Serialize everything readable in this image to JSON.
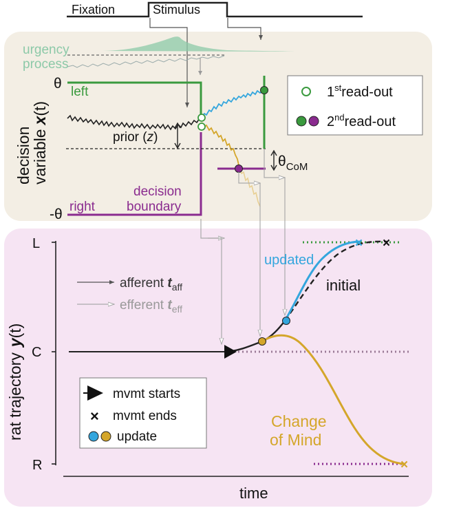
{
  "epochs": {
    "fixation": "Fixation",
    "stimulus": "Stimulus"
  },
  "top_panel": {
    "urgency_line1": "urgency",
    "urgency_line2": "process",
    "theta": "θ",
    "neg_theta": "-θ",
    "left": "left",
    "right": "right",
    "ylabel_line1": "decision",
    "ylabel_line2": "variable",
    "ylabel_var": "x",
    "ylabel_arg": "(t)",
    "prior_label": "prior (",
    "prior_var": "z",
    "prior_close": ")",
    "decision_boundary_line1": "decision",
    "decision_boundary_line2": "boundary",
    "theta_com": "θ",
    "theta_com_sub": "CoM",
    "legend": {
      "first_num": "1",
      "first_sup": "st",
      "first_text": "read-out",
      "second_num": "2",
      "second_sup": "nd",
      "second_text": "read-out"
    }
  },
  "bottom_panel": {
    "ylabel": "rat trajectory",
    "ylabel_var": "y",
    "ylabel_arg": "(t)",
    "tick_L": "L",
    "tick_C": "C",
    "tick_R": "R",
    "xlabel": "time",
    "afferent": "afferent ",
    "afferent_t": "t",
    "afferent_sub": "aff",
    "efferent": "efferent ",
    "efferent_t": "t",
    "efferent_sub": "eff",
    "updated": "updated",
    "initial": "initial",
    "com_line1": "Change",
    "com_line2": "of Mind",
    "legend": {
      "mvmt_starts": "mvmt starts",
      "mvmt_ends": "mvmt ends",
      "update": "update"
    }
  },
  "colors": {
    "green": "#3a9a3e",
    "purple": "#8a2b8f",
    "blue": "#34a6dd",
    "gold": "#d4a62a",
    "top_bg": "#f3eee4",
    "bottom_bg": "#f6e4f3",
    "urgency": "#8cc9a8"
  }
}
